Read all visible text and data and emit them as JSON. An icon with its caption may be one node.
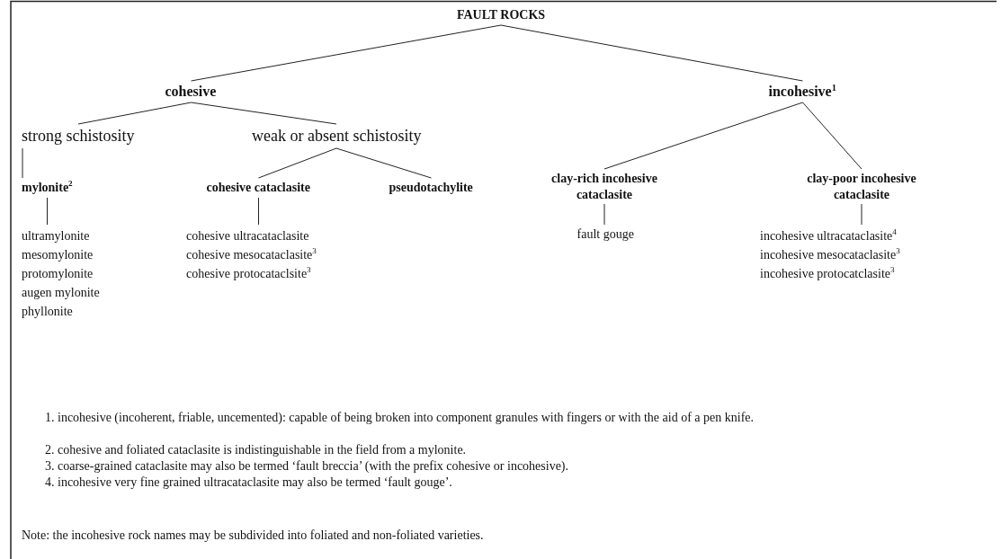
{
  "diagram": {
    "nodes": [
      {
        "text": [
          "FAULT ROCKS"
        ]
      },
      {
        "text": [
          "cohesive"
        ]
      },
      {
        "text": [
          "incohesive$^{1}$"
        ]
      },
      {
        "text": [
          "strong schistosity"
        ]
      },
      {
        "text": [
          "weak or absent schistosity"
        ]
      },
      {
        "text": [
          "mylonite$^{2}$"
        ]
      },
      {
        "text": [
          "cohesive cataclasite"
        ]
      },
      {
        "text": [
          "pseudotachylite"
        ]
      },
      {
        "text": [
          "clay-rich incohesive cataclasite"
        ]
      },
      {
        "text": [
          "clay-poor incohesive cataclasite"
        ]
      },
      {
        "text": [
          "ultramylonite",
          "mesomylonite",
          "protomylonite",
          "augen mylonite",
          "phyllonite"
        ]
      },
      {
        "text": [
          "cohesive ultracataclasite",
          "cohesive mesocataclasite$^{3}$",
          "cohesive protocataclsite$^{3}$"
        ]
      },
      {
        "text": [
          "fault gouge"
        ]
      },
      {
        "text": [
          "incohesive ultracataclasite$^{4}$",
          "incohesive mesocataclasite$^{3}$",
          "incohesive protocatclasite$^{3}$"
        ]
      }
    ],
    "edges": [
      {
        "from": 0,
        "to": 1,
        "arrow": "none"
      },
      {
        "from": 0,
        "to": 2,
        "arrow": "none"
      },
      {
        "from": 1,
        "to": 3,
        "arrow": "none"
      },
      {
        "from": 1,
        "to": 4,
        "arrow": "none"
      },
      {
        "from": 3,
        "to": 5,
        "arrow": "none"
      },
      {
        "from": 4,
        "to": 6,
        "arrow": "none"
      },
      {
        "from": 4,
        "to": 7,
        "arrow": "none"
      },
      {
        "from": 5,
        "to": 10,
        "arrow": "none"
      },
      {
        "from": 6,
        "to": 11,
        "arrow": "none"
      },
      {
        "from": 2,
        "to": 8,
        "arrow": "none"
      },
      {
        "from": 2,
        "to": 9,
        "arrow": "none"
      },
      {
        "from": 8,
        "to": 12,
        "arrow": "none"
      },
      {
        "from": 9,
        "to": 13,
        "arrow": "none"
      }
    ],
    "labels": [
      "1. incohesive (incoherent, friable, uncemented): capable of being broken into component granules with fingers or with the aid of a pen knife.",
      "2. cohesive and foliated cataclasite is indistinguishable in the field from a mylonite.",
      "3. coarse-grained cataclasite may also be termed ‘fault breccia’ (with the prefix cohesive or incohesive).",
      "4. incohesive very fine grained ultracataclasite may also be termed ‘fault gouge’.",
      "Note: the incohesive rock names may be subdivided into foliated and non-foliated varieties."
    ]
  }
}
